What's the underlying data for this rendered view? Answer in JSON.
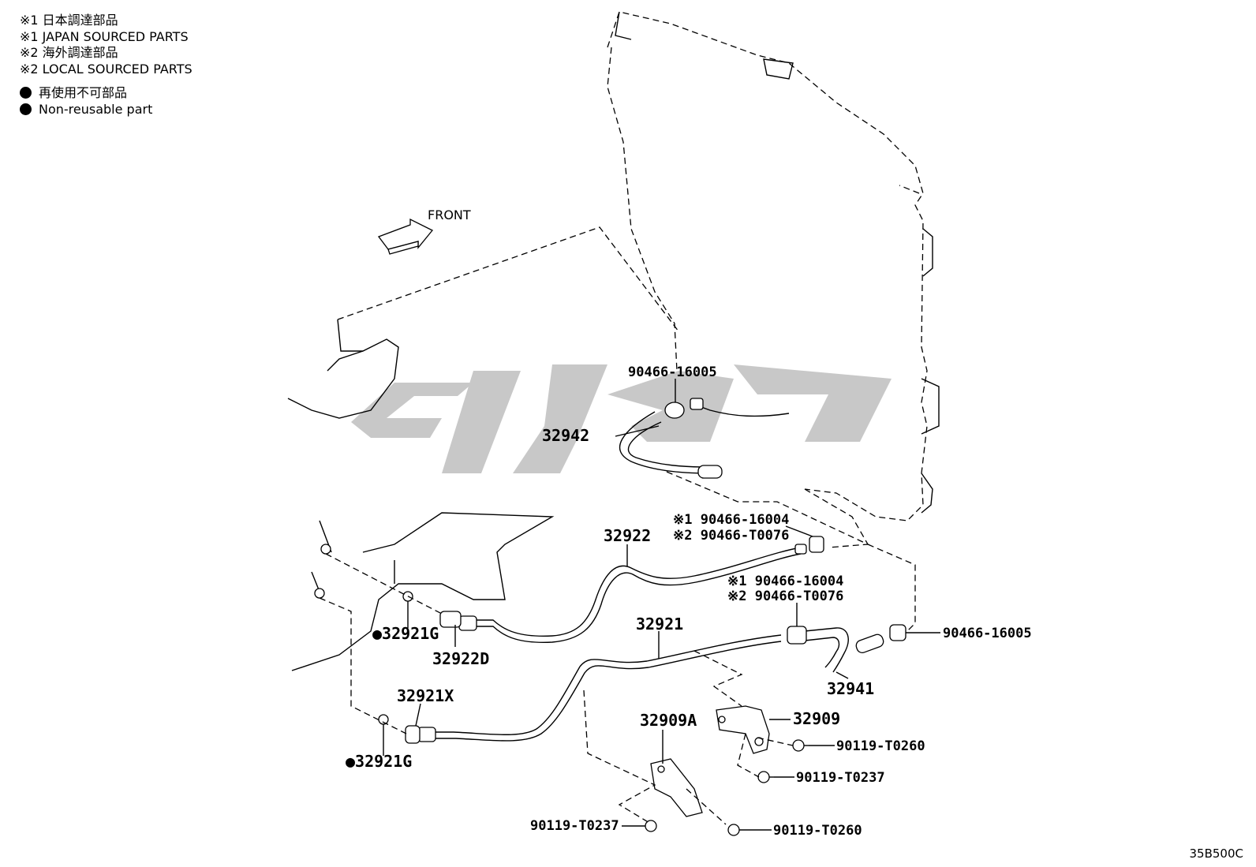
{
  "legend": {
    "line1": "※1 日本調達部品",
    "line2": "※1 JAPAN SOURCED PARTS",
    "line3": "※2 海外調達部品",
    "line4": "※2 LOCAL SOURCED PARTS",
    "bullet1": "再使用不可部品",
    "bullet2": "Non-reusable part"
  },
  "front_label": "FRONT",
  "callouts": {
    "c90466_16005_top": "90466-16005",
    "c32942": "32942",
    "c1_90466_16004_a": "※1 90466-16004",
    "c2_90466_T0076_a": "※2 90466-T0076",
    "c32922": "32922",
    "c1_90466_16004_b": "※1 90466-16004",
    "c2_90466_T0076_b": "※2 90466-T0076",
    "c32921": "32921",
    "c90466_16005_right": "90466-16005",
    "c32921G_a": "●32921G",
    "c32922D": "32922D",
    "c32941": "32941",
    "c32921X": "32921X",
    "c32909A": "32909A",
    "c32909": "32909",
    "c90119_T0260_a": "90119-T0260",
    "c90119_T0237_a": "90119-T0237",
    "c32921G_b": "●32921G",
    "c90119_T0237_b": "90119-T0237",
    "c90119_T0260_b": "90119-T0260"
  },
  "diagram_code": "35B500C",
  "colors": {
    "line": "#000000",
    "watermark": "#c8c8c8"
  }
}
